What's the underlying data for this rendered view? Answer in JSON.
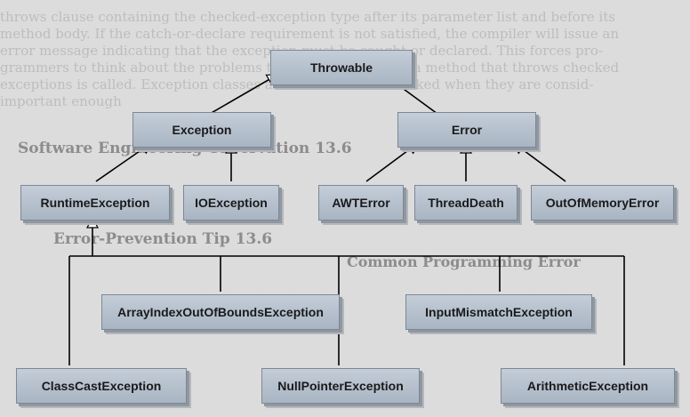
{
  "diagram": {
    "nodes": {
      "throwable": "Throwable",
      "exception": "Exception",
      "error": "Error",
      "runtime_exception": "RuntimeException",
      "io_exception": "IOException",
      "awt_error": "AWTError",
      "thread_death": "ThreadDeath",
      "out_of_memory_error": "OutOfMemoryError",
      "array_index_out_of_bounds_exception": "ArrayIndexOutOfBoundsException",
      "input_mismatch_exception": "InputMismatchException",
      "class_cast_exception": "ClassCastException",
      "null_pointer_exception": "NullPointerException",
      "arithmetic_exception": "ArithmeticException"
    },
    "edges": [
      {
        "from": "Exception",
        "to": "Throwable"
      },
      {
        "from": "Error",
        "to": "Throwable"
      },
      {
        "from": "RuntimeException",
        "to": "Exception"
      },
      {
        "from": "IOException",
        "to": "Exception"
      },
      {
        "from": "AWTError",
        "to": "Error"
      },
      {
        "from": "ThreadDeath",
        "to": "Error"
      },
      {
        "from": "OutOfMemoryError",
        "to": "Error"
      },
      {
        "from": "ArrayIndexOutOfBoundsException",
        "to": "RuntimeException"
      },
      {
        "from": "InputMismatchException",
        "to": "RuntimeException"
      },
      {
        "from": "ClassCastException",
        "to": "RuntimeException"
      },
      {
        "from": "NullPointerException",
        "to": "RuntimeException"
      },
      {
        "from": "ArithmeticException",
        "to": "RuntimeException"
      }
    ]
  },
  "background_text": {
    "line1": "throws clause containing the checked-exception type after its parameter list and before its",
    "line2": "method body. If the catch-or-declare requirement is not satisfied, the compiler will issue an",
    "line3": "error message indicating that the exception must be caught or declared. This forces pro-",
    "line4": "grammers to think about the problems that may occur when a method that throws checked",
    "line5": "exceptions is called. Exception classes are defined to be checked when they are consid-",
    "line6": "important enough",
    "line7": "Software Engineering Observation 13.6",
    "line8": "Error-Prevention Tip 13.6",
    "line9": "Common Programming Error"
  }
}
